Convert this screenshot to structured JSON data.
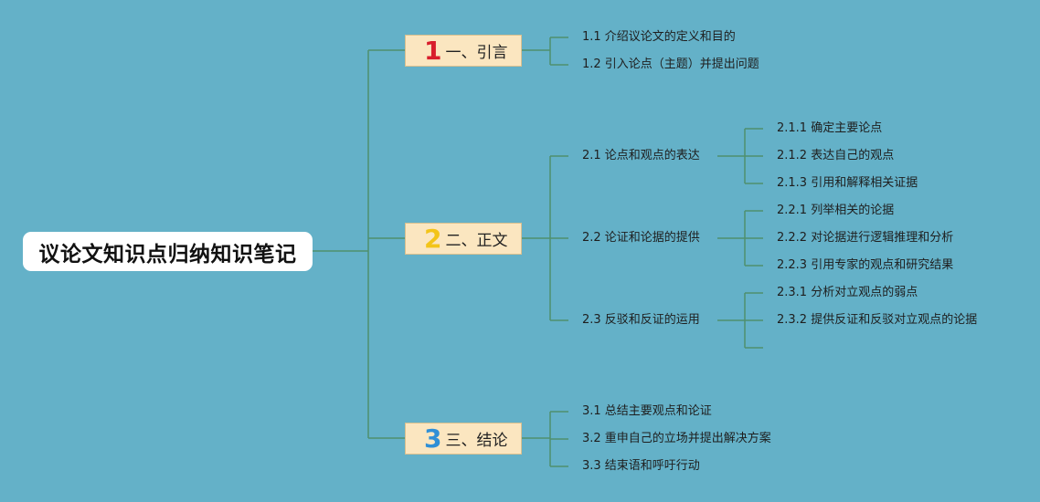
{
  "root": {
    "title": "议论文知识点归纳知识笔记"
  },
  "colors": {
    "background": "#64b1c8",
    "line": "#4f8f6e",
    "branch_fill": "#fbe6c0",
    "num1": "#d81e2c",
    "num2": "#f3c418",
    "num3": "#2f8fd6"
  },
  "branches": [
    {
      "number": "1",
      "label": "一、引言",
      "children": [
        {
          "label": "1.1 介绍议论文的定义和目的",
          "children": []
        },
        {
          "label": "1.2 引入论点（主题）并提出问题",
          "children": []
        }
      ]
    },
    {
      "number": "2",
      "label": "二、正文",
      "children": [
        {
          "label": "2.1 论点和观点的表达",
          "children": [
            {
              "label": "2.1.1 确定主要论点"
            },
            {
              "label": "2.1.2 表达自己的观点"
            },
            {
              "label": "2.1.3 引用和解释相关证据"
            }
          ]
        },
        {
          "label": "2.2 论证和论据的提供",
          "children": [
            {
              "label": "2.2.1 列举相关的论据"
            },
            {
              "label": "2.2.2 对论据进行逻辑推理和分析"
            },
            {
              "label": "2.2.3 引用专家的观点和研究结果"
            }
          ]
        },
        {
          "label": "2.3 反驳和反证的运用",
          "children": [
            {
              "label": "2.3.1 分析对立观点的弱点"
            },
            {
              "label": "2.3.2 提供反证和反驳对立观点的论据"
            },
            {
              "label": ""
            }
          ]
        }
      ]
    },
    {
      "number": "3",
      "label": "三、结论",
      "children": [
        {
          "label": "3.1 总结主要观点和论证",
          "children": []
        },
        {
          "label": "3.2 重申自己的立场并提出解决方案",
          "children": []
        },
        {
          "label": "3.3 结束语和呼吁行动",
          "children": []
        }
      ]
    }
  ]
}
